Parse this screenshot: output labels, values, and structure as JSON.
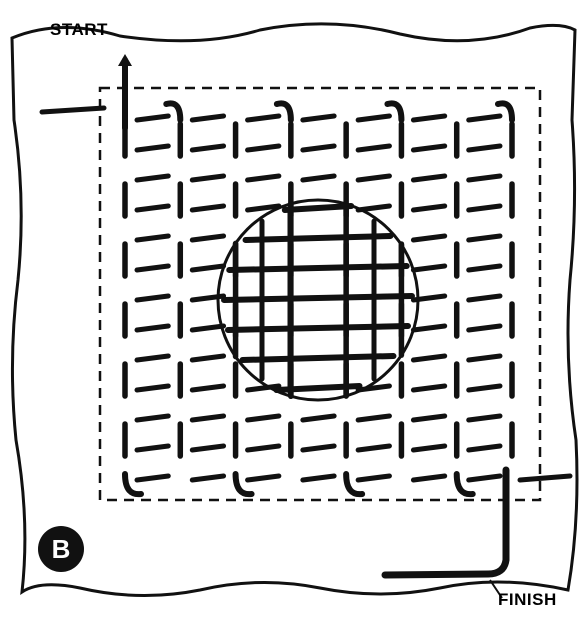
{
  "labels": {
    "start": "START",
    "finish": "FINISH",
    "badge": "B"
  },
  "colors": {
    "ink": "#111111",
    "paper": "#ffffff"
  },
  "grid": {
    "columns": 8,
    "rows": 13
  }
}
